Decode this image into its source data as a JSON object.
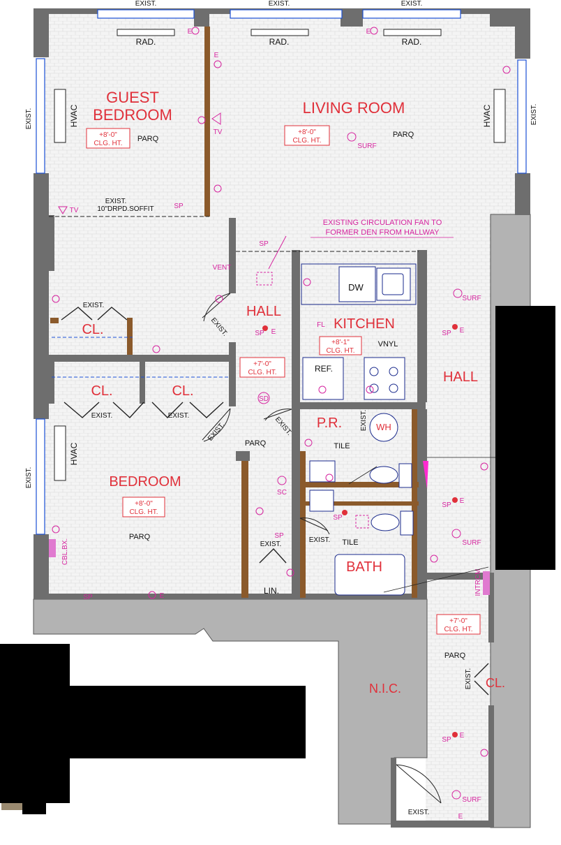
{
  "rooms": {
    "guest_bedroom_1": "GUEST",
    "guest_bedroom_2": "BEDROOM",
    "living_room": "LIVING ROOM",
    "bedroom": "BEDROOM",
    "kitchen": "KITCHEN",
    "hall_1": "HALL",
    "hall_2": "HALL",
    "closet": "CL.",
    "powder_room": "P.R.",
    "bath": "BATH",
    "nic": "N.I.C.",
    "linen": "LIN."
  },
  "labels": {
    "exist": "EXIST.",
    "rad": "RAD.",
    "hvac": "HVAC",
    "parq": "PARQ",
    "tile": "TILE",
    "vnyl": "VNYL",
    "wh": "WH",
    "dw": "DW",
    "ref": "REF.",
    "soffit_1": "EXIST.",
    "soffit_2": "10\"DRPD.SOFFIT",
    "fan_note_1": "EXISTING CIRCULATION FAN TO",
    "fan_note_2": "FORMER DEN FROM HALLWAY",
    "cbl_bx": "CBL.BX.",
    "intrcm": "INTRCM",
    "fl": "FL"
  },
  "ceilings": {
    "guest": "+8'-0\"",
    "living": "+8'-0\"",
    "kitchen": "+8'-1\"",
    "hall": "+7'-0\"",
    "bedroom": "+8'-0\"",
    "hall_2": "+7'-0\"",
    "clg": "CLG. HT."
  },
  "symbols": {
    "e": "E",
    "sp": "SP",
    "surf": "SURF",
    "tv": "TV",
    "sd": "SD",
    "sc": "SC",
    "vent": "VENT"
  },
  "colors": {
    "wall": "#6e6e6e",
    "wood": "#8b5a2b",
    "room_label": "#e0303a",
    "electrical": "#d6249f",
    "window": "#1a4fd6",
    "nic_fill": "#b3b3b3",
    "redaction": "#000000"
  }
}
